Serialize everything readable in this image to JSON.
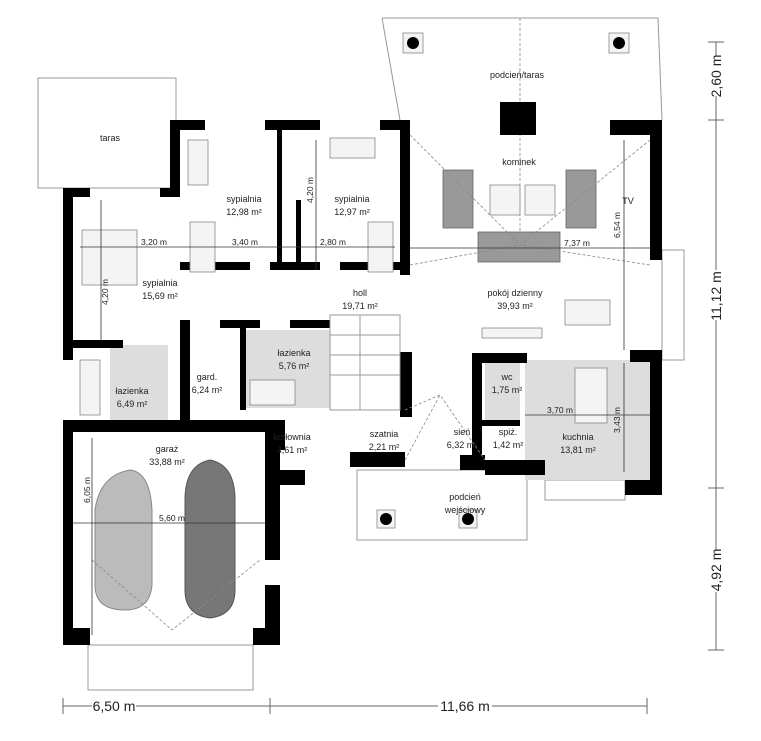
{
  "rooms": {
    "taras": {
      "name": "taras"
    },
    "bedroom_a": {
      "name": "sypialnia",
      "area": "12,98 m²"
    },
    "bedroom_b": {
      "name": "sypialnia",
      "area": "12,97 m²"
    },
    "bedroom_c": {
      "name": "sypialnia",
      "area": "15,69 m²"
    },
    "hall": {
      "name": "holl",
      "area": "19,71 m²"
    },
    "living": {
      "name": "pokój dzienny",
      "area": "39,93 m²"
    },
    "bath_a": {
      "name": "łazienka",
      "area": "6,49 m²"
    },
    "wardrobe": {
      "name": "gard.",
      "area": "6,24 m²"
    },
    "bath_b": {
      "name": "łazienka",
      "area": "5,76 m²"
    },
    "boiler": {
      "name": "kotłownia",
      "area": "4,61 m²"
    },
    "cloakroom": {
      "name": "szatnia",
      "area": "2,21 m²"
    },
    "vestibule": {
      "name": "sień",
      "area": "6,32 m²"
    },
    "wc": {
      "name": "wc",
      "area": "1,75 m²"
    },
    "pantry": {
      "name": "spiż.",
      "area": "1,42 m²"
    },
    "kitchen": {
      "name": "kuchnia",
      "area": "13,81 m²"
    },
    "garage": {
      "name": "garaż",
      "area": "33,88 m²"
    },
    "entrance_porch": {
      "name_line1": "podcień",
      "name_line2": "wejściowy"
    },
    "terrace_porch": {
      "name": "podcień/taras"
    },
    "fireplace": {
      "name": "kominek"
    },
    "tv": {
      "name": "TV"
    }
  },
  "dimensions": {
    "bedroom_c_width": "3,20 m",
    "bedroom_a_width": "3,40 m",
    "bedroom_b_width": "2,80 m",
    "bedroom_b_depth": "4,20 m",
    "bedroom_c_depth": "4,20 m",
    "living_width": "7,37 m",
    "living_depth": "6,54 m",
    "kitchen_width": "3,70 m",
    "kitchen_depth": "3,43 m",
    "garage_depth": "6,05 m",
    "garage_width": "5,60 m"
  },
  "overall": {
    "right_top": "2,60 m",
    "right_mid": "11,12 m",
    "right_bottom": "4,92 m",
    "bottom_left": "6,50 m",
    "bottom_right": "11,66 m"
  }
}
